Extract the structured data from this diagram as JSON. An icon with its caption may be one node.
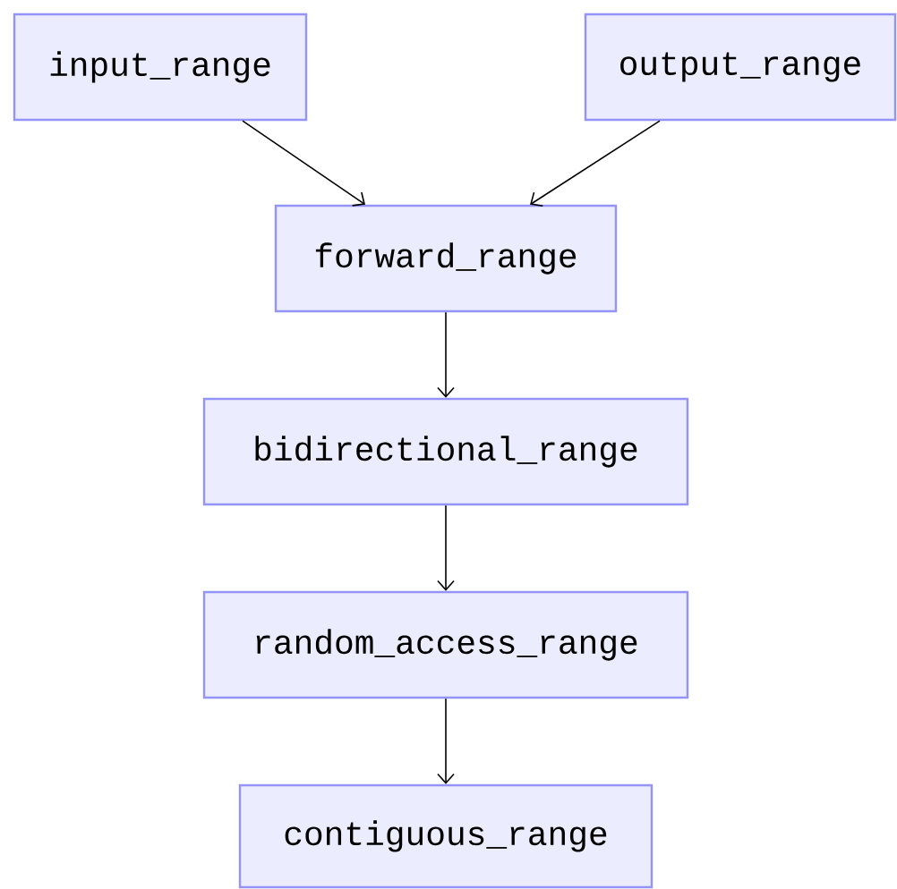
{
  "diagram": {
    "nodes": [
      {
        "text": [
          "input_range"
        ]
      },
      {
        "text": [
          "output_range"
        ]
      },
      {
        "text": [
          "forward_range"
        ]
      },
      {
        "text": [
          "bidirectional_range"
        ]
      },
      {
        "text": [
          "random_access_range"
        ]
      },
      {
        "text": [
          "contiguous_range"
        ]
      }
    ],
    "edges": [
      {
        "from": 0,
        "to": 2,
        "arrow": "to"
      },
      {
        "from": 1,
        "to": 2,
        "arrow": "to"
      },
      {
        "from": 2,
        "to": 3,
        "arrow": "to"
      },
      {
        "from": 3,
        "to": 4,
        "arrow": "to"
      },
      {
        "from": 4,
        "to": 5,
        "arrow": "to"
      }
    ]
  }
}
